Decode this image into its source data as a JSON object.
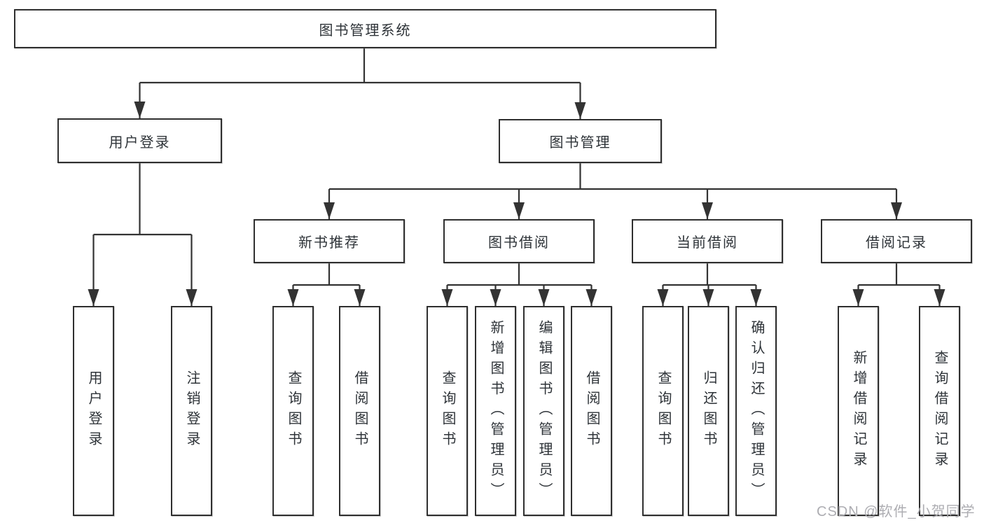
{
  "diagram": {
    "root": {
      "label": "图书管理系统"
    },
    "branches": [
      {
        "label": "用户登录",
        "leaves": [
          "用户登录",
          "注销登录"
        ]
      },
      {
        "label": "图书管理",
        "groups": [
          {
            "label": "新书推荐",
            "leaves": [
              "查询图书",
              "借阅图书"
            ]
          },
          {
            "label": "图书借阅",
            "leaves": [
              "查询图书",
              "新增图书（管理员）",
              "编辑图书（管理员）",
              "借阅图书"
            ]
          },
          {
            "label": "当前借阅",
            "leaves": [
              "查询图书",
              "归还图书",
              "确认归还（管理员）"
            ]
          },
          {
            "label": "借阅记录",
            "leaves": [
              "新增借阅记录",
              "查询借阅记录"
            ]
          }
        ]
      }
    ]
  },
  "watermark": {
    "text": "CSDN @软件_小贺同学"
  },
  "colors": {
    "line": "#333333",
    "box_border": "#2f2f2f",
    "text": "#2e3338",
    "watermark": "#adadb2",
    "background": "#ffffff"
  }
}
